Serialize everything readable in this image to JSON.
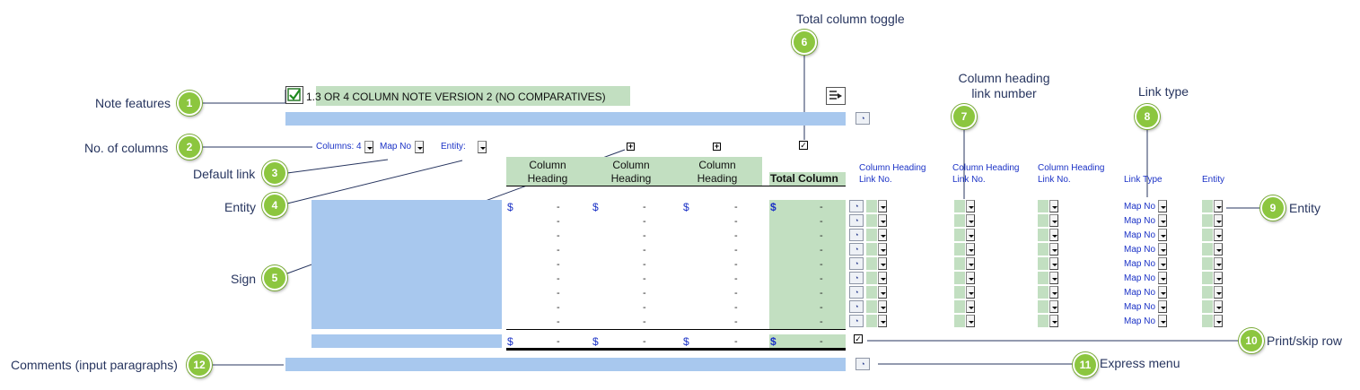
{
  "callouts": {
    "note_features": "Note features",
    "no_of_columns": "No. of columns",
    "default_link": "Default link",
    "entity_left": "Entity",
    "sign": "Sign",
    "total_column_toggle": "Total column toggle",
    "column_heading_link_number": "Column heading link number",
    "link_type": "Link type",
    "entity_right": "Entity",
    "print_skip_row": "Print/skip row",
    "express_menu": "Express menu",
    "comments": "Comments (input paragraphs)"
  },
  "badges": [
    "1",
    "2",
    "3",
    "4",
    "5",
    "6",
    "7",
    "8",
    "9",
    "10",
    "11",
    "12"
  ],
  "note": {
    "title": "1.3 OR 4 COLUMN NOTE VERSION 2 (NO COMPARATIVES)",
    "checked": true
  },
  "controls": {
    "columns_label": "Columns: 4",
    "map_no_label": "Map No",
    "entity_label": "Entity:"
  },
  "table": {
    "col_headings": [
      "Column Heading",
      "Column Heading",
      "Column Heading"
    ],
    "total_heading": "Total Column",
    "dollar": "$",
    "dash": "-"
  },
  "link_headers": {
    "link1": "Column Heading Link No.",
    "link2": "Column Heading Link No.",
    "link3": "Column Heading Link No.",
    "link_type": "Link Type",
    "entity": "Entity"
  },
  "link_type_value": "Map No",
  "colors": {
    "accent_green": "#8cc63f",
    "band_blue": "#a8c8ee",
    "band_green": "#c2dfc1",
    "link_blue": "#1b32c6"
  },
  "icons": {
    "express_menu": "express-menu-icon",
    "row_menu": "row-menu-icon",
    "note_feature": "note-feature-icon"
  }
}
